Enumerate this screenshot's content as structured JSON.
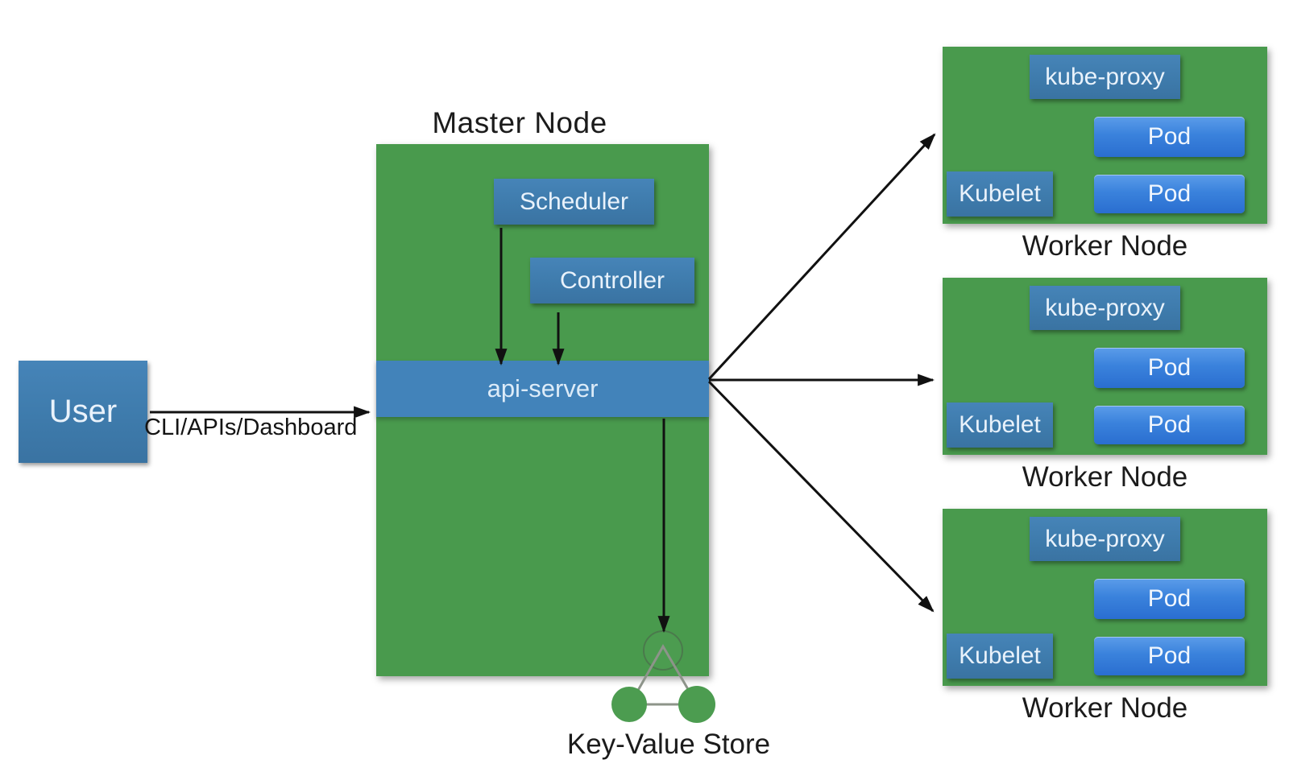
{
  "colors": {
    "background": "#ffffff",
    "node_green": "#499a4d",
    "component_blue": "#3e7bac",
    "api_server_blue": "#4283ba",
    "pod_blue_top": "#5b9ce9",
    "pod_blue_bottom": "#2a6ed0",
    "kv_circle_green": "#4c9c50",
    "kv_triangle_gray": "#8d948a",
    "arrow_black": "#111111"
  },
  "user": {
    "label": "User"
  },
  "user_to_master_arrow_label": "CLI/APIs/Dashboard",
  "master_node": {
    "title": "Master Node",
    "scheduler_label": "Scheduler",
    "controller_label": "Controller",
    "api_server_label": "api-server"
  },
  "key_value_store": {
    "label": "Key-Value Store"
  },
  "worker_nodes": [
    {
      "title": "Worker Node",
      "kube_proxy_label": "kube-proxy",
      "kubelet_label": "Kubelet",
      "pod_labels": [
        "Pod",
        "Pod"
      ]
    },
    {
      "title": "Worker Node",
      "kube_proxy_label": "kube-proxy",
      "kubelet_label": "Kubelet",
      "pod_labels": [
        "Pod",
        "Pod"
      ]
    },
    {
      "title": "Worker Node",
      "kube_proxy_label": "kube-proxy",
      "kubelet_label": "Kubelet",
      "pod_labels": [
        "Pod",
        "Pod"
      ]
    }
  ]
}
